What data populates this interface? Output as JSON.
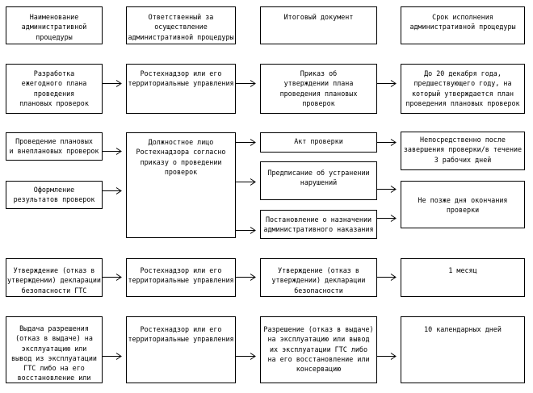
{
  "diagram": {
    "language": "ru",
    "type": "flowchart-table",
    "colors": {
      "background": "#ffffff",
      "line": "#000000",
      "text": "#000000"
    },
    "headers": {
      "name": "Наименование\nадминистративной\nпроцедуры",
      "responsible": "Ответственный за\nосуществление\nадминистративной процедуры",
      "document": "Итоговый документ",
      "deadline": "Срок исполнения\nадминистративной процедуры"
    },
    "rows": [
      {
        "procedure": "Разработка\nежегодного плана\nпроведения\nплановых проверок",
        "responsible": "Ростехнадзор или его\nтерриториальные управления",
        "document": "Приказ об\nутверждении плана\nпроведения плановых\nпроверок",
        "deadline": "До 20 декабря года,\nпредшествующего году, на\nкоторый утверждается план\nпроведения плановых проверок"
      },
      {
        "procedures": [
          "Проведение плановых\nи внеплановых проверок",
          "Оформление\nрезультатов проверок"
        ],
        "responsible": "Должностное лицо\nРостехнадзора согласно\nприказу о проведении\nпроверок",
        "documents": [
          "Акт проверки",
          "Предписание об устранении\nнарушений",
          "Постановление о назначении\nадминистративного наказания"
        ],
        "deadlines": [
          "Непосредственно после\nзавершения проверки/в течение\n3 рабочих дней",
          "Не позже дня окончания\nпроверки"
        ]
      },
      {
        "procedure": "Утверждение (отказ в\nутверждении) декларации\nбезопасности ГТС",
        "responsible": "Ростехнадзор или его\nтерриториальные управления",
        "document": "Утверждение (отказ в\nутверждении) декларации\nбезопасности",
        "deadline": "1 месяц"
      },
      {
        "procedure": "Выдача разрешения\n(отказ в выдаче) на\nэксплуатацию или\nвывод из эксплуатации\nГТС либо на его\nвосстановление или",
        "responsible": "Ростехнадзор или его\nтерриториальные управления",
        "document": "Разрешение (отказ в выдаче)\nна эксплуатацию или вывод\nих эксплуатации ГТС либо\nна его восстановление или\nконсервацию",
        "deadline": "10 календарных дней"
      }
    ]
  }
}
